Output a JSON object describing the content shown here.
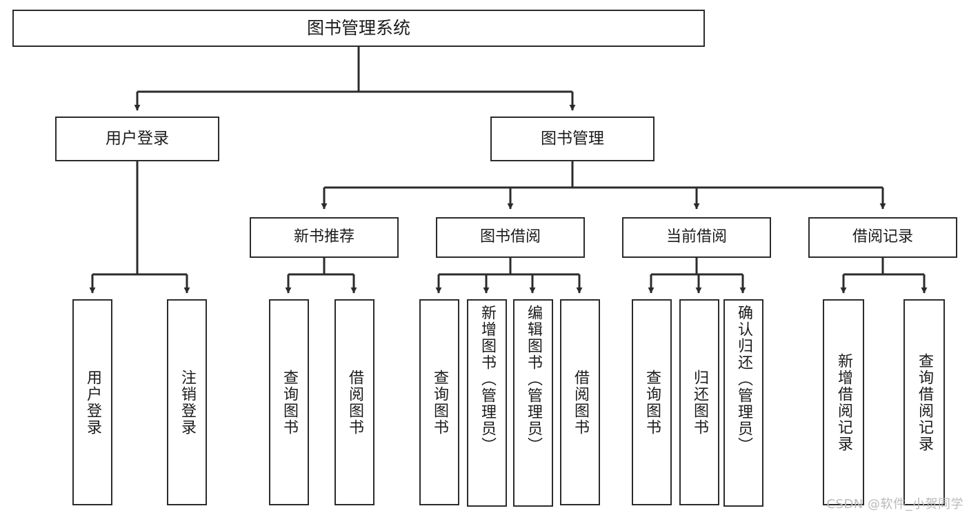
{
  "diagram": {
    "title": "图书管理系统",
    "type": "tree-hierarchy",
    "watermark": "CSDN @软件_小贺同学",
    "colors": {
      "node_border": "#2b2b2b",
      "node_fill": "#ffffff",
      "edge": "#2b2b2b",
      "text": "#1b1b1b",
      "watermark": "#b9b9b9",
      "background": "#ffffff"
    },
    "levels": {
      "root": {
        "label": "图书管理系统"
      },
      "level1": [
        {
          "label": "用户登录"
        },
        {
          "label": "图书管理"
        }
      ],
      "level2": [
        {
          "label": "新书推荐"
        },
        {
          "label": "图书借阅"
        },
        {
          "label": "当前借阅"
        },
        {
          "label": "借阅记录"
        }
      ],
      "leaves": {
        "user_login": [
          {
            "label": "用户登录"
          },
          {
            "label": "注销登录"
          }
        ],
        "new_book_recommend": [
          {
            "label": "查询图书"
          },
          {
            "label": "借阅图书"
          }
        ],
        "book_borrow": [
          {
            "label": "查询图书"
          },
          {
            "label": "新增图书（管理员）"
          },
          {
            "label": "编辑图书（管理员）"
          },
          {
            "label": "借阅图书"
          }
        ],
        "current_borrow": [
          {
            "label": "查询图书"
          },
          {
            "label": "归还图书"
          },
          {
            "label": "确认归还（管理员）"
          }
        ],
        "borrow_record": [
          {
            "label": "新增借阅记录"
          },
          {
            "label": "查询借阅记录"
          }
        ]
      }
    }
  }
}
